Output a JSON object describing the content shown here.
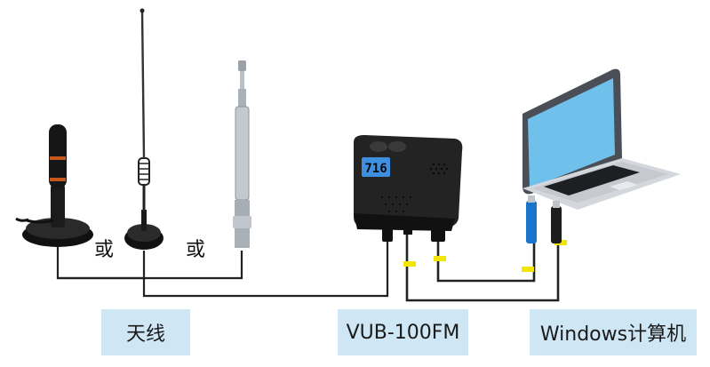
{
  "labels": {
    "antenna": "天线",
    "device": "VUB-100FM",
    "computer": "Windows计算机"
  },
  "connector_words": [
    "或",
    "或"
  ],
  "device_display": "716",
  "colors": {
    "label_bg": "#cfe7f5",
    "cable": "#222222",
    "usb_blue": "#1a74c9",
    "cable_tag": "#f2e600",
    "laptop_screen": "#6fc0ea"
  }
}
